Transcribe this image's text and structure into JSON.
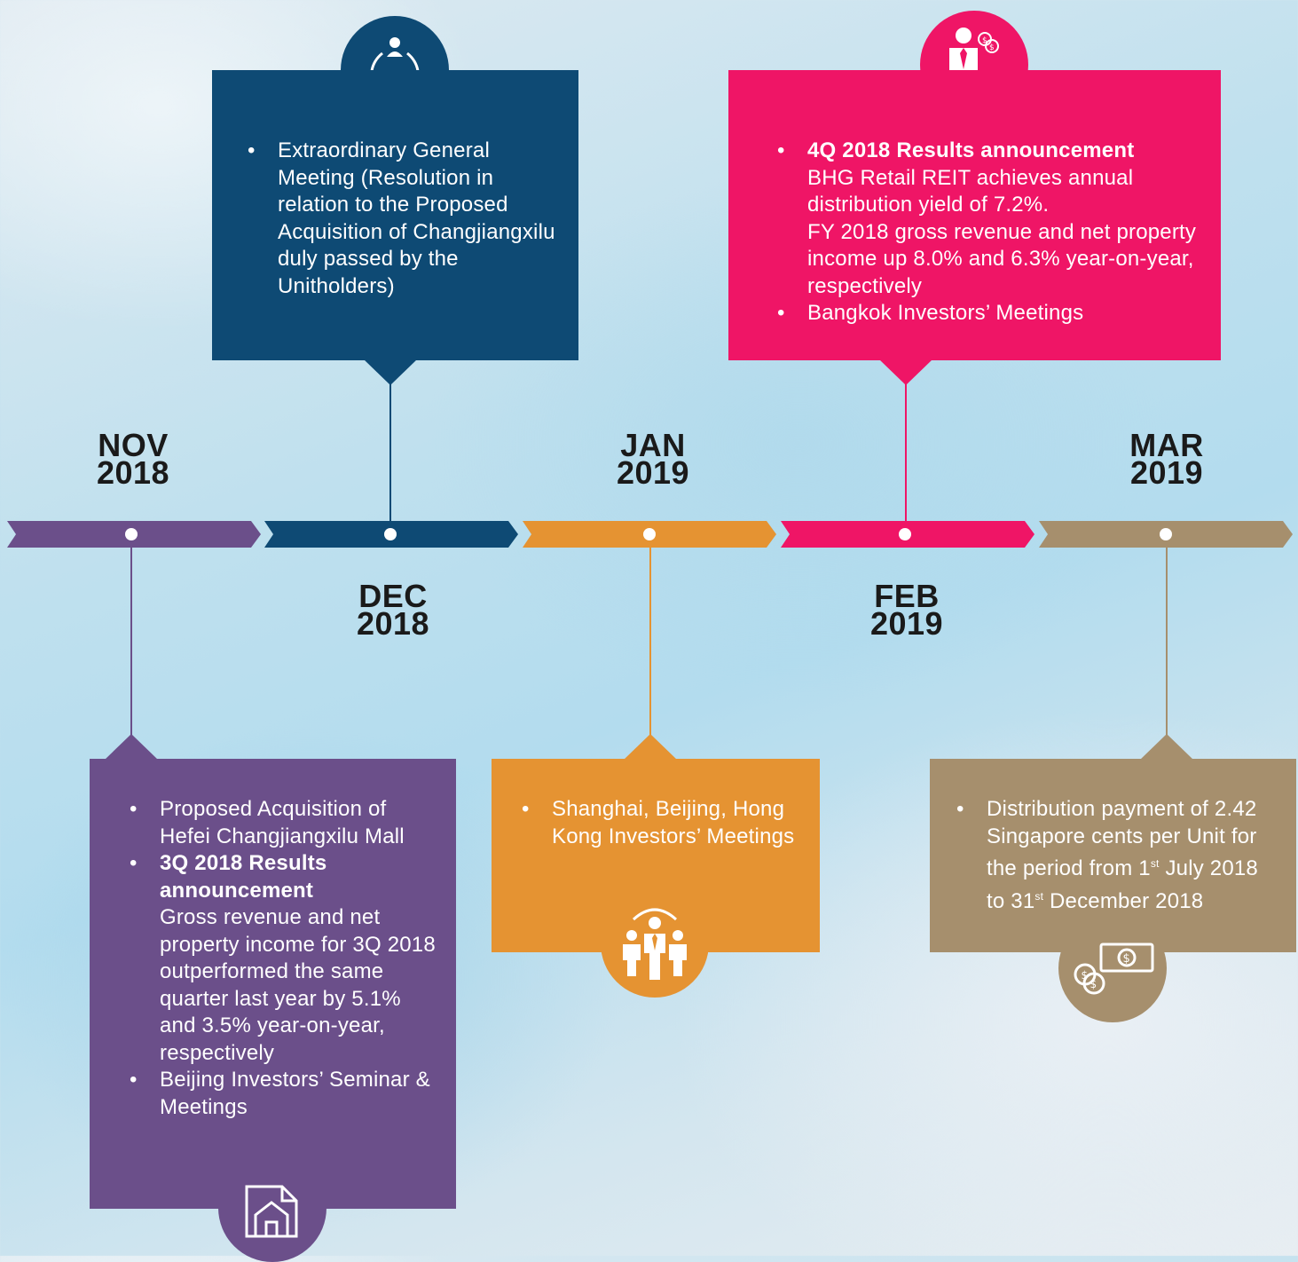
{
  "colors": {
    "nov": "#6b4f8a",
    "dec": "#0e4a74",
    "jan": "#e59332",
    "feb": "#ef1566",
    "mar": "#a68f6d"
  },
  "months": {
    "nov": [
      "NOV",
      "2018"
    ],
    "dec": [
      "DEC",
      "2018"
    ],
    "jan": [
      "JAN",
      "2019"
    ],
    "feb": [
      "FEB",
      "2019"
    ],
    "mar": [
      "MAR",
      "2019"
    ]
  },
  "dec_box": {
    "icon": "meeting-group-icon",
    "items": [
      {
        "text": "Extraordinary General Meeting (Resolution in relation to the Proposed Acquisition of Changjiangxilu duly passed by the Unitholders)"
      }
    ]
  },
  "feb_box": {
    "icon": "businessman-dollar-icon",
    "items": [
      {
        "title": "4Q 2018 Results announcement",
        "lines": [
          "BHG Retail REIT achieves annual distribution yield of 7.2%.",
          "FY 2018 gross revenue and net property income up 8.0% and 6.3% year-on-year, respectively"
        ]
      },
      {
        "text": "Bangkok Investors’ Meetings"
      }
    ]
  },
  "nov_box": {
    "icon": "property-document-icon",
    "items": [
      {
        "text": "Proposed Acquisition of Hefei Changjiangxilu Mall"
      },
      {
        "title": "3Q 2018 Results announcement",
        "lines": [
          "Gross revenue and net property income for 3Q 2018 outperformed the same quarter last year by 5.1% and 3.5% year-on-year, respectively"
        ]
      },
      {
        "text": "Beijing Investors’ Seminar & Meetings"
      }
    ]
  },
  "jan_box": {
    "icon": "investors-group-icon",
    "items": [
      {
        "text": "Shanghai, Beijing, Hong Kong Investors’ Meetings"
      }
    ]
  },
  "mar_box": {
    "icon": "cash-coins-icon",
    "items": [
      {
        "parts": [
          "Distribution payment of 2.42 Singapore cents per Unit for the period from 1",
          "st",
          " July 2018 to 31",
          "st",
          " December 2018"
        ]
      }
    ]
  }
}
